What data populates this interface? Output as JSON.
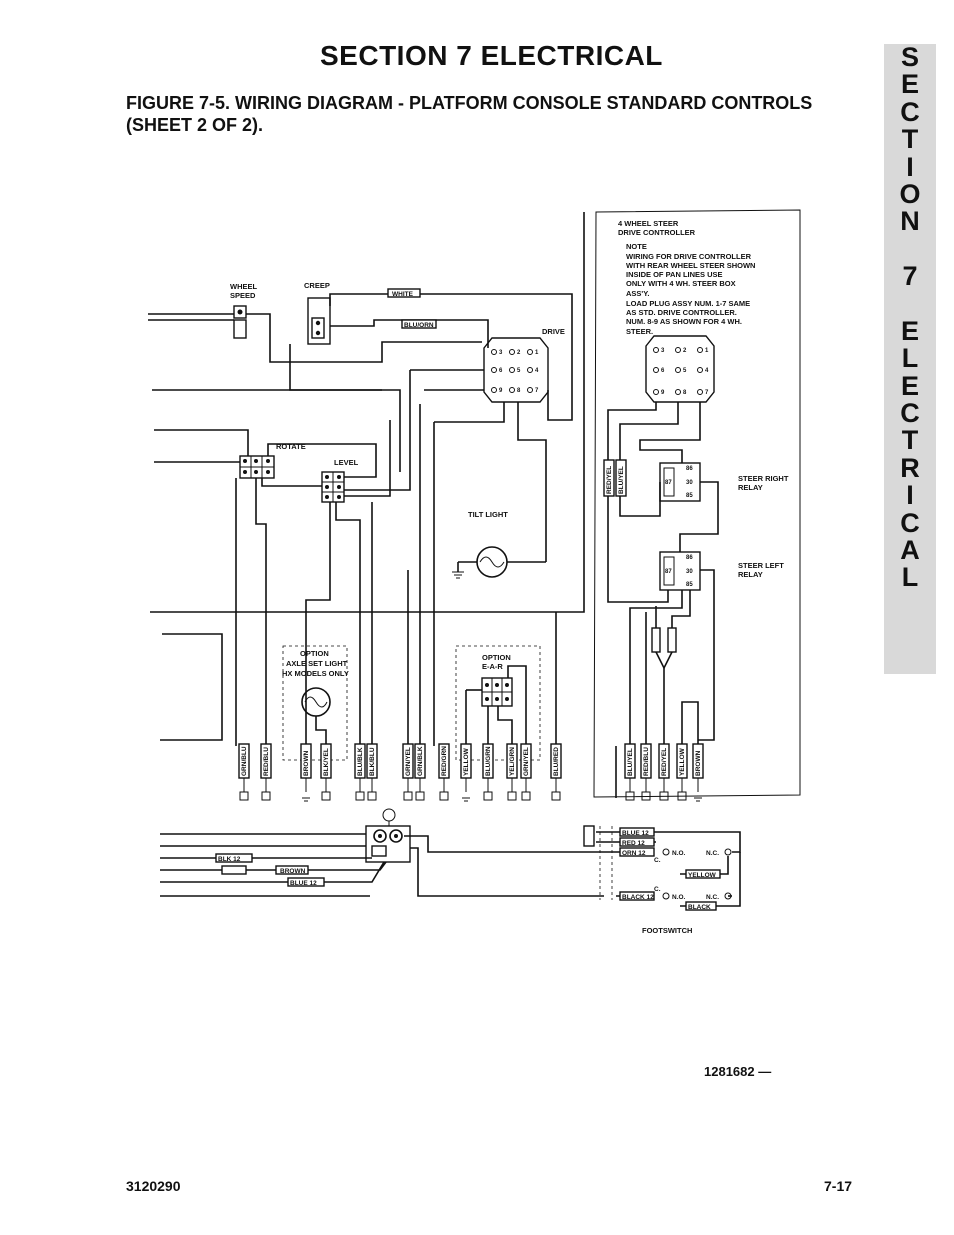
{
  "header": {
    "section_title": "SECTION 7  ELECTRICAL",
    "figure_caption": "FIGURE 7-5.   WIRING DIAGRAM - PLATFORM CONSOLE STANDARD CONTROLS (SHEET 2 OF 2)."
  },
  "side_tab": {
    "letters": [
      "S",
      "E",
      "C",
      "T",
      "I",
      "O",
      "N",
      "",
      "7",
      "",
      "E",
      "L",
      "E",
      "C",
      "T",
      "R",
      "I",
      "C",
      "A",
      "L"
    ],
    "background": "#d9d9d9"
  },
  "diagram": {
    "labels": {
      "wheel_speed": [
        "WHEEL",
        "SPEED"
      ],
      "creep": "CREEP",
      "drive": "DRIVE",
      "rotate": "ROTATE",
      "level": "LEVEL",
      "tilt_light": "TILT LIGHT",
      "option_axle": [
        "OPTION",
        "AXLE SET LIGHT",
        "HX MODELS ONLY"
      ],
      "option_ear": [
        "OPTION",
        "E-A-R"
      ],
      "four_wheel": [
        "4 WHEEL STEER",
        "DRIVE CONTROLLER"
      ],
      "note": [
        "NOTE",
        "WIRING FOR DRIVE CONTROLLER",
        "WITH REAR WHEEL STEER SHOWN",
        "INSIDE OF PAN LINES USE",
        "ONLY WITH 4 WH. STEER BOX",
        "ASS'Y.",
        "LOAD PLUG ASSY NUM. 1-7 SAME",
        "AS STD. DRIVE CONTROLLER.",
        "NUM. 8-9 AS SHOWN FOR 4 WH.",
        "STEER."
      ],
      "steer_right": [
        "STEER RIGHT",
        "RELAY"
      ],
      "steer_left": [
        "STEER LEFT",
        "RELAY"
      ],
      "footswitch": "FOOTSWITCH"
    },
    "wire_tags": {
      "white": "WHITE",
      "blu_orn": "BLU/ORN",
      "blk_12": "BLK  12",
      "brown": "BROWN",
      "blue_12a": "BLUE  12",
      "blue_12b": "BLUE  12",
      "red_12": "RED  12",
      "orn_12": "ORN  12",
      "yellow": "YELLOW",
      "black_12": "BLACK 12",
      "black": "BLACK",
      "no_a": "N.O.",
      "nc_a": "N.C.",
      "no_b": "N.O.",
      "nc_b": "N.C.",
      "c_a": "C.",
      "c_b": "C."
    },
    "drive_pins": [
      "3",
      "2",
      "1",
      "6",
      "5",
      "4",
      "9",
      "8",
      "7"
    ],
    "steer_pins": [
      "3",
      "2",
      "1",
      "6",
      "5",
      "4",
      "9",
      "8",
      "7"
    ],
    "relay_pins": [
      "86",
      "87",
      "30",
      "85"
    ],
    "bottom_wires": [
      "GRN/BLU",
      "RED/BLU",
      "BROWN",
      "BLK/YEL",
      "BLU/BLK",
      "BLK/BLU",
      "GRN/YEL",
      "GRN/BLK",
      "RED/GRN",
      "YELLOW",
      "BLU/GRN",
      "YEL/GRN",
      "GRN/YEL",
      "BLU/RED",
      "BLU/YEL",
      "RED/BLU",
      "RED/YEL",
      "YELLOW",
      "BROWN"
    ],
    "vertical_tags": [
      "RED/YEL",
      "BLU/YEL"
    ]
  },
  "drawing_number": "1281682 —",
  "footer": {
    "doc_number": "3120290",
    "page_number": "7-17"
  }
}
